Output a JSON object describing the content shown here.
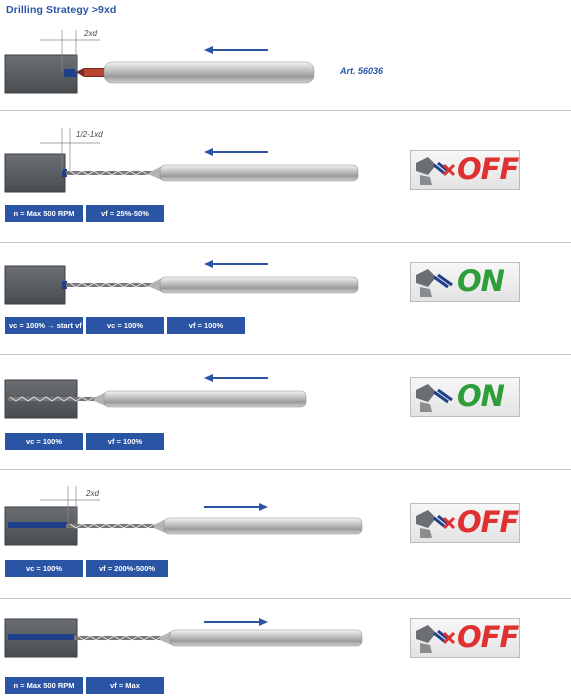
{
  "title": "Drilling Strategy >9xd",
  "article": "Art. 56036",
  "dims": {
    "step1": "2xd",
    "step2": "1/2-1xd",
    "step5": "2xd"
  },
  "steps": [
    {
      "params": [],
      "coolant": ""
    },
    {
      "params": [
        "n = Max 500 RPM",
        "vf = 25%-50%"
      ],
      "coolant": "OFF"
    },
    {
      "params": [
        "vc = 100% → start vf",
        "vc = 100%",
        "vf = 100%"
      ],
      "coolant": "ON"
    },
    {
      "params": [
        "vc = 100%",
        "vf = 100%"
      ],
      "coolant": "ON"
    },
    {
      "params": [
        "vc = 100%",
        "vf = 200%-500%"
      ],
      "coolant": "OFF"
    },
    {
      "params": [
        "n = Max 500 RPM",
        "vf = Max"
      ],
      "coolant": "OFF"
    }
  ],
  "colors": {
    "accent": "#2a55a4",
    "off": "#e03131",
    "on": "#2e9e3a",
    "block": "#55595d"
  },
  "icons": {
    "arrow": "arrow-icon",
    "coolant": "coolant-nozzle-icon"
  }
}
